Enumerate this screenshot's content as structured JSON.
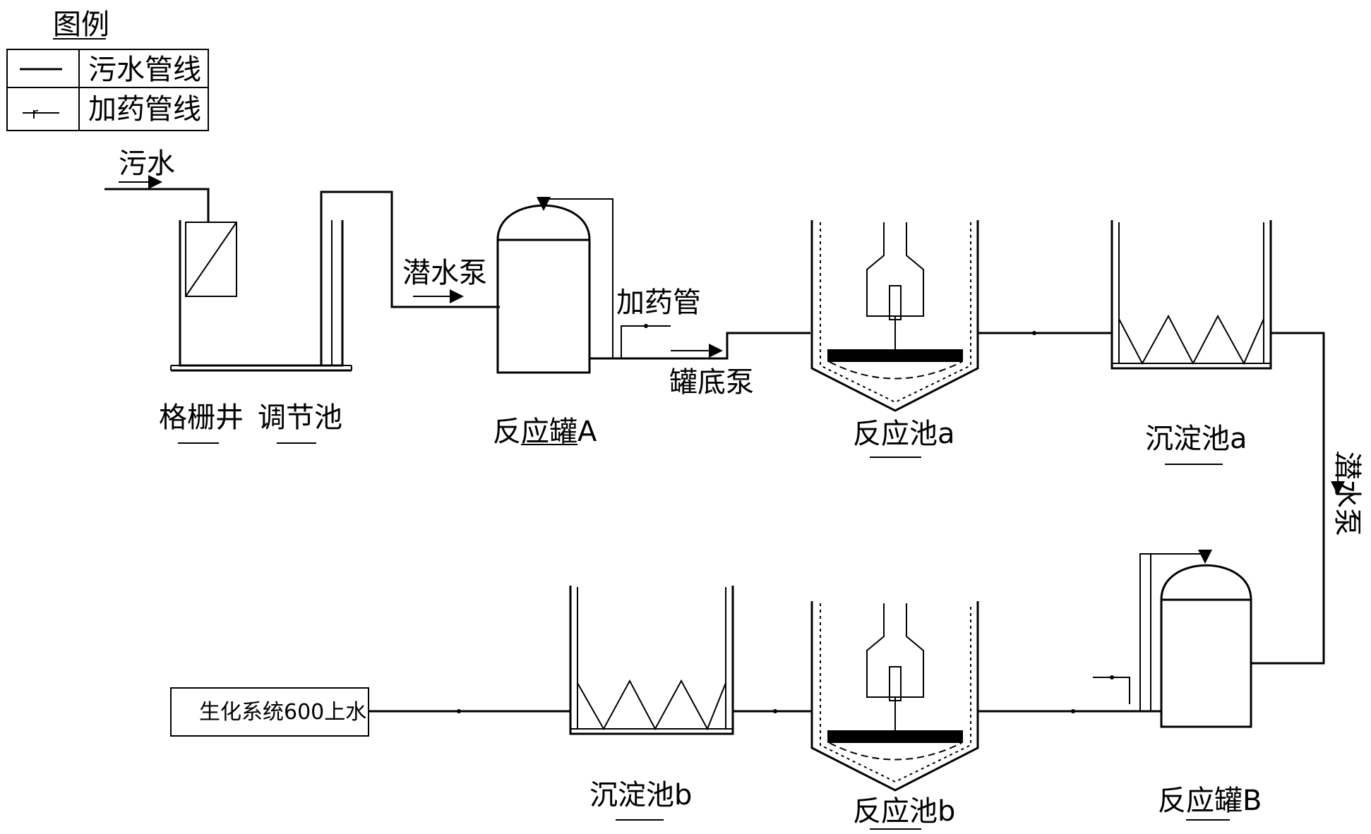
{
  "legend": {
    "title": "图例",
    "rows": [
      {
        "symbol": "—",
        "label": "污水管线"
      },
      {
        "symbol": "-r-",
        "label": "加药管线"
      }
    ]
  },
  "labels": {
    "inlet": "污水",
    "grid_well": "格栅井",
    "regulating_pool": "调节池",
    "submersible_pump_1": "潜水泵",
    "reactor_tank_a": "反应罐A",
    "dosing_pipe": "加药管",
    "tank_bottom_pump": "罐底泵",
    "reaction_pool_a": "反应池a",
    "settling_pool_a": "沉淀池a",
    "submersible_pump_2": "潜水泵",
    "reactor_tank_b": "反应罐B",
    "reaction_pool_b": "反应池b",
    "settling_pool_b": "沉淀池b",
    "outlet_box": "生化系统600上水"
  }
}
